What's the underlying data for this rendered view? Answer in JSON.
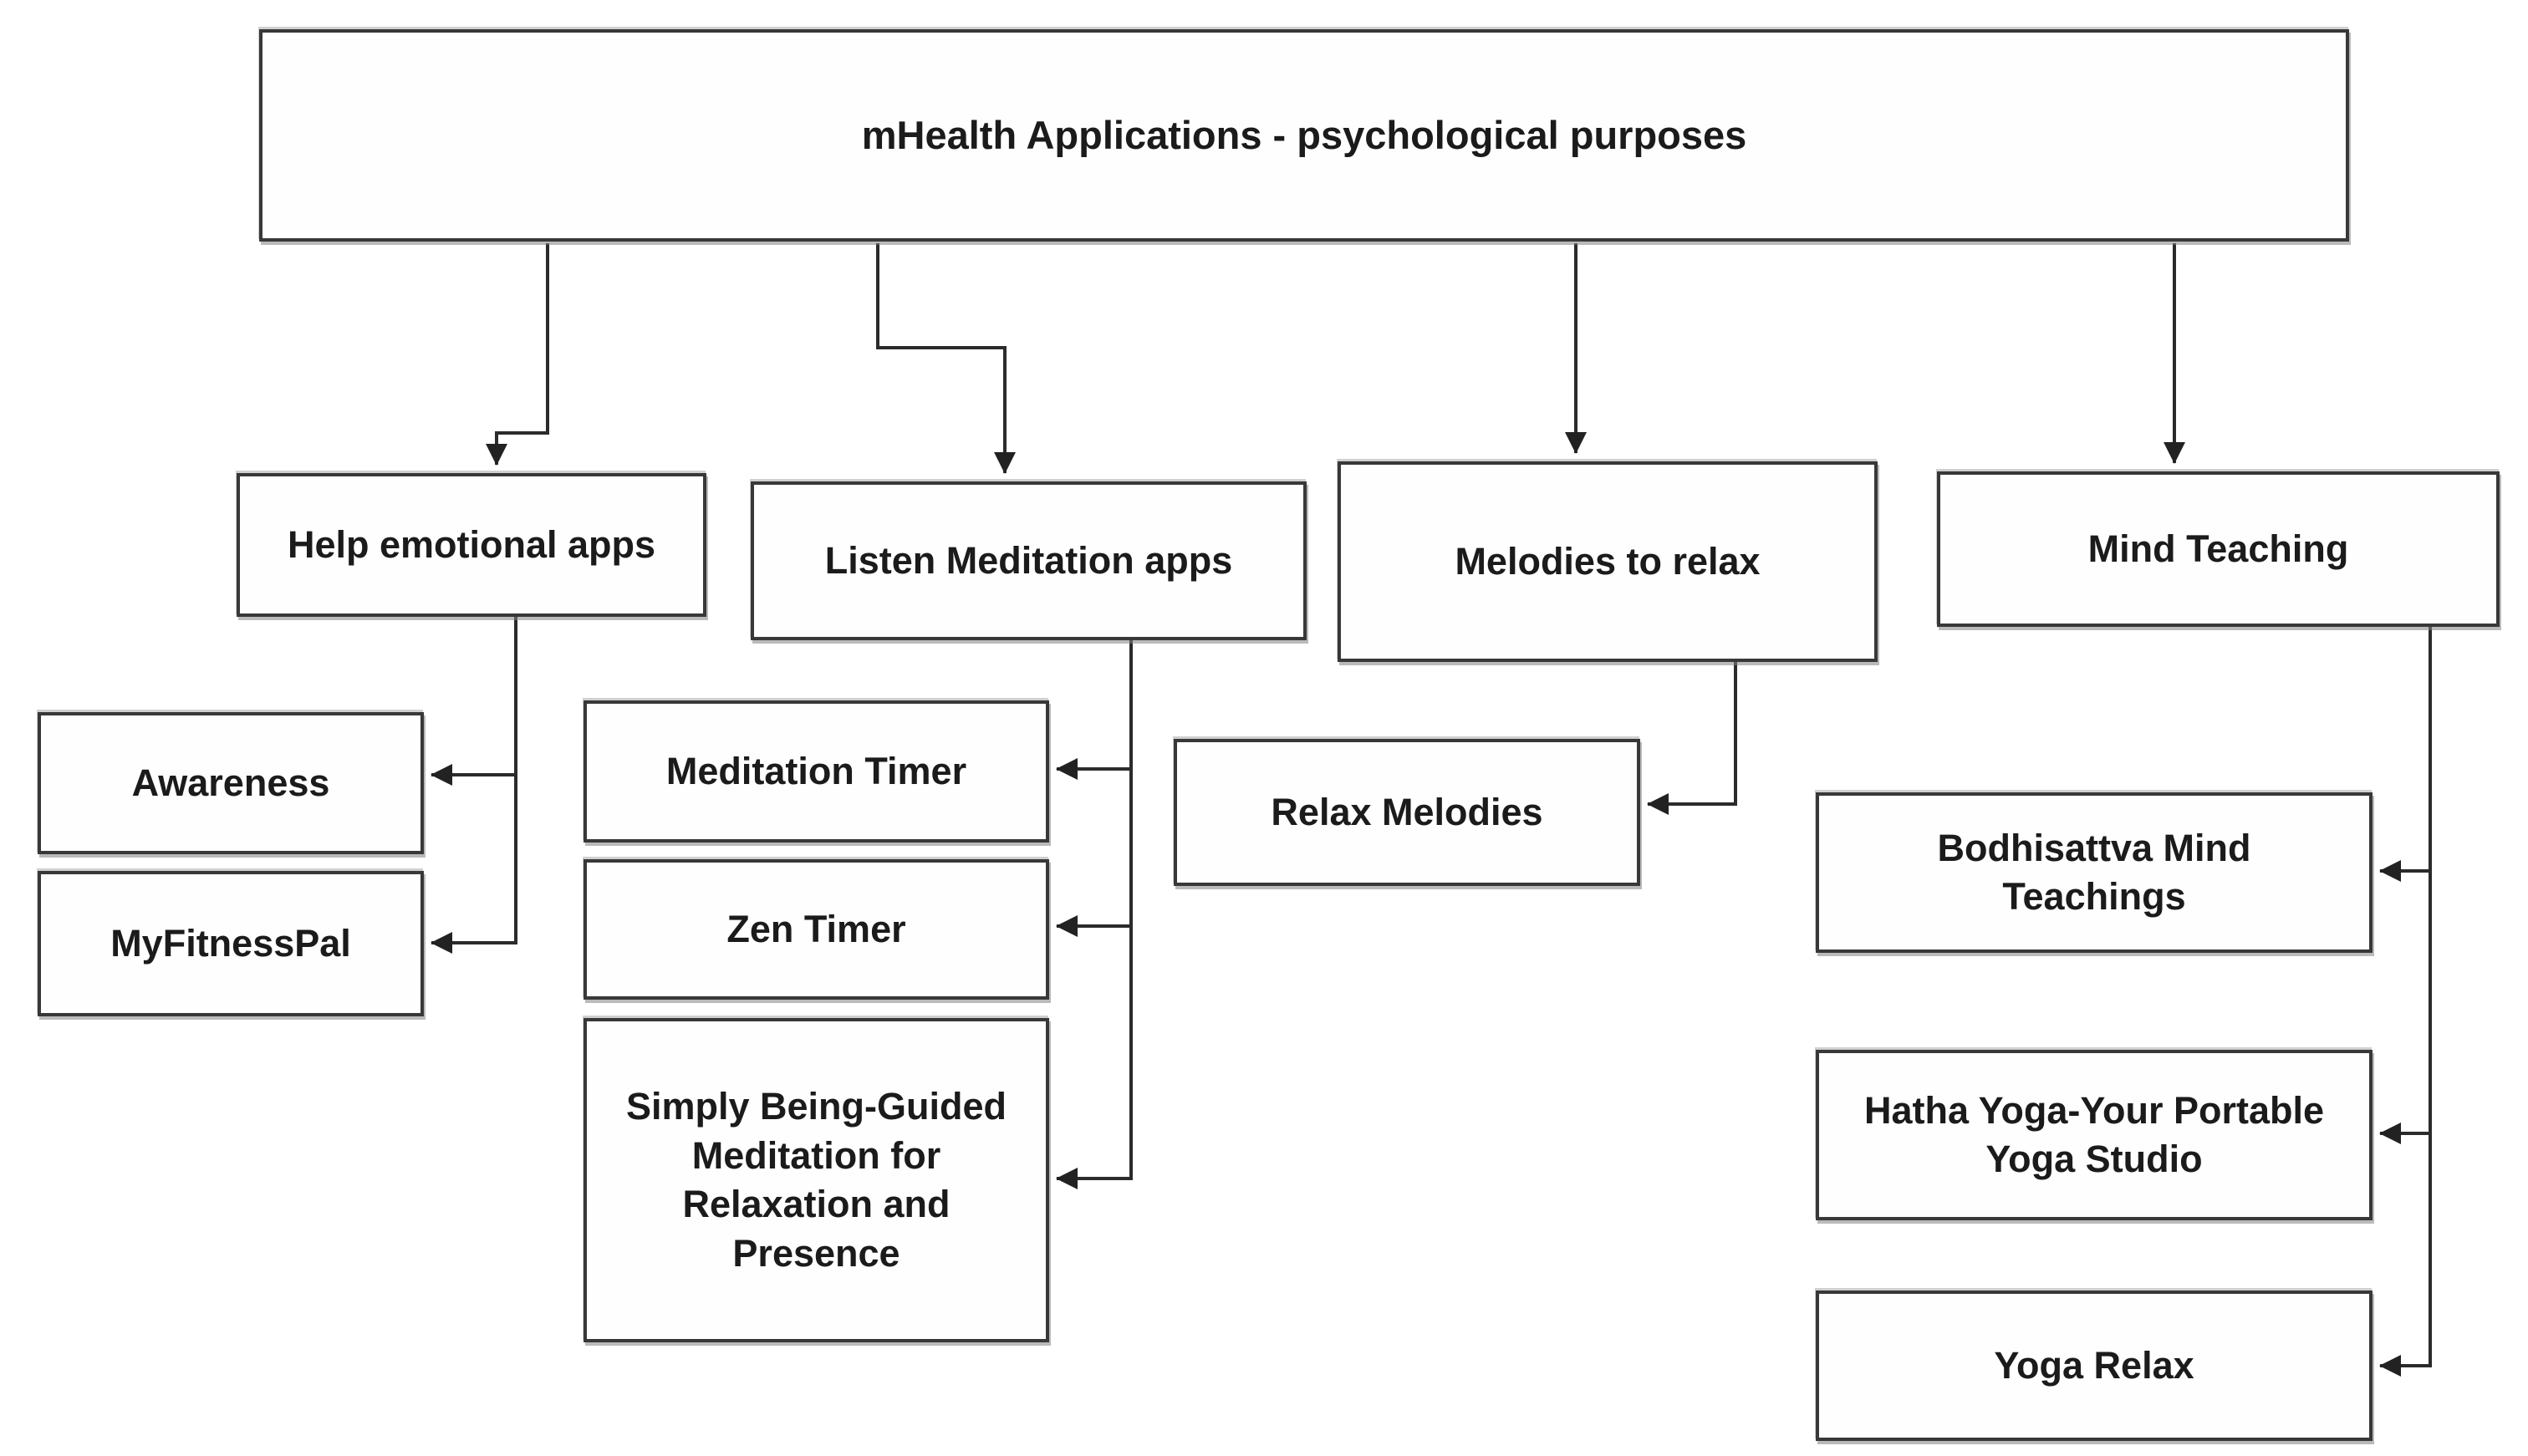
{
  "diagram": {
    "title": "mHealth Applications flowchart",
    "colors": {
      "line": "#2b2b2b",
      "box_border": "#383838",
      "box_fill": "#ffffff",
      "text": "#1b1b1b",
      "page_bg": "#ffffff"
    },
    "nodes": {
      "root": {
        "label": "mHealth Applications - psychological purposes"
      },
      "help": {
        "label": "Help emotional apps"
      },
      "listen": {
        "label": "Listen Meditation apps"
      },
      "melodies": {
        "label": "Melodies to relax"
      },
      "mind": {
        "label": "Mind Teaching"
      },
      "awareness": {
        "label": "Awareness"
      },
      "myfitnesspal": {
        "label": "MyFitnessPal"
      },
      "meditation_timer": {
        "label": "Meditation Timer"
      },
      "zen_timer": {
        "label": "Zen Timer"
      },
      "simply_being": {
        "label": "Simply Being-Guided Meditation for Relaxation and Presence"
      },
      "relax_melodies": {
        "label": "Relax Melodies"
      },
      "bodhisattva": {
        "label": "Bodhisattva Mind Teachings"
      },
      "hatha_yoga": {
        "label": "Hatha Yoga-Your Portable Yoga Studio"
      },
      "yoga_relax": {
        "label": "Yoga Relax"
      }
    },
    "edges": [
      {
        "from": "root",
        "to": "help"
      },
      {
        "from": "root",
        "to": "listen"
      },
      {
        "from": "root",
        "to": "melodies"
      },
      {
        "from": "root",
        "to": "mind"
      },
      {
        "from": "help",
        "to": "awareness"
      },
      {
        "from": "help",
        "to": "myfitnesspal"
      },
      {
        "from": "listen",
        "to": "meditation_timer"
      },
      {
        "from": "listen",
        "to": "zen_timer"
      },
      {
        "from": "listen",
        "to": "simply_being"
      },
      {
        "from": "melodies",
        "to": "relax_melodies"
      },
      {
        "from": "mind",
        "to": "bodhisattva"
      },
      {
        "from": "mind",
        "to": "hatha_yoga"
      },
      {
        "from": "mind",
        "to": "yoga_relax"
      }
    ]
  }
}
